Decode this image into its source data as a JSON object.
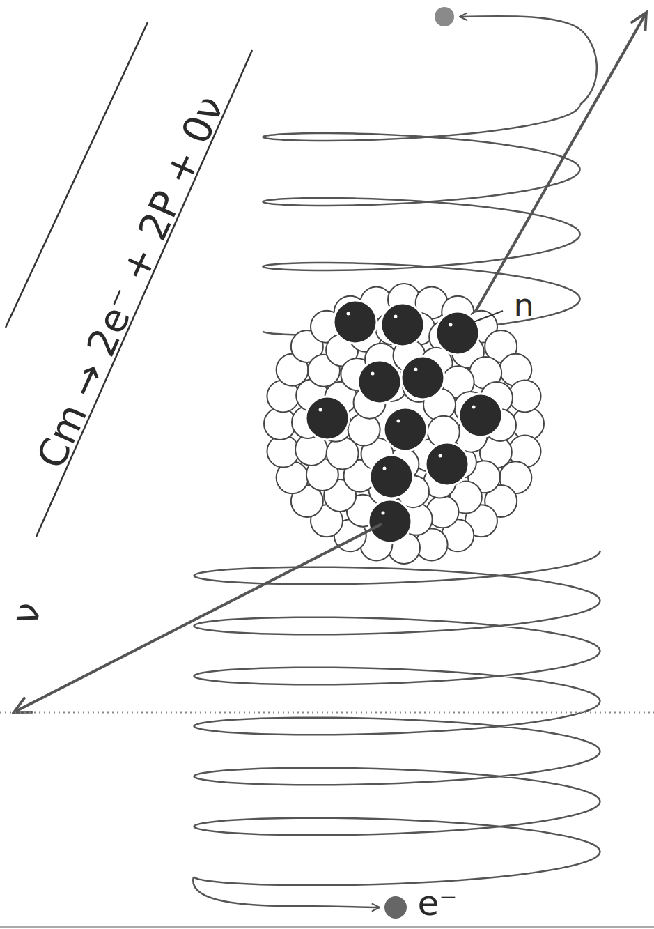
{
  "diagram": {
    "labels": [
      "Cm → 2e⁻ + 2P + 0ν",
      "n",
      "ν",
      "e⁻"
    ]
  }
}
